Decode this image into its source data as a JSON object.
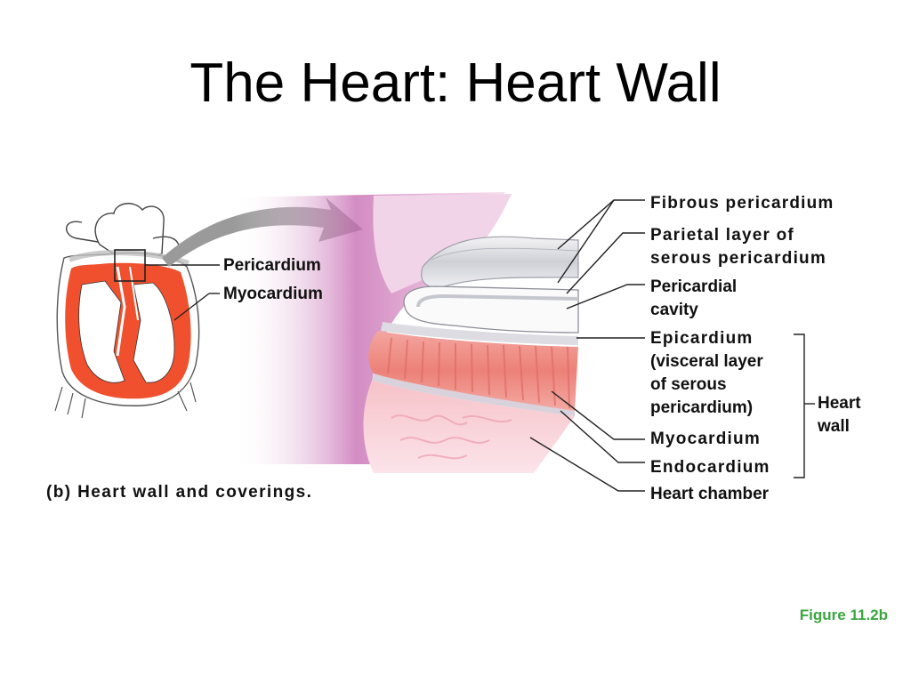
{
  "slide": {
    "title": "The Heart: Heart Wall",
    "figure_ref": "Figure 11.2b"
  },
  "diagram": {
    "caption": "(b) Heart wall and coverings.",
    "left_labels": {
      "pericardium": "Pericardium",
      "myocardium": "Myocardium"
    },
    "right_labels": {
      "fibrous_pericardium": "Fibrous pericardium",
      "parietal_line1": "Parietal layer of",
      "parietal_line2": "serous pericardium",
      "pericardial_cavity_line1": "Pericardial",
      "pericardial_cavity_line2": "cavity",
      "epicardium_line1": "Epicardium",
      "epicardium_line2": "(visceral layer",
      "epicardium_line3": "of serous",
      "epicardium_line4": "pericardium)",
      "myocardium": "Myocardium",
      "endocardium": "Endocardium",
      "heart_chamber": "Heart chamber"
    },
    "bracket_label": {
      "line1": "Heart",
      "line2": "wall"
    }
  },
  "colors": {
    "heart_muscle": "#f0502d",
    "pericardium_tissue": "#b9499d",
    "myocardium_tissue": "#f08c84",
    "arrow": "#9a9a9a",
    "figure_ref": "#3aa640"
  }
}
